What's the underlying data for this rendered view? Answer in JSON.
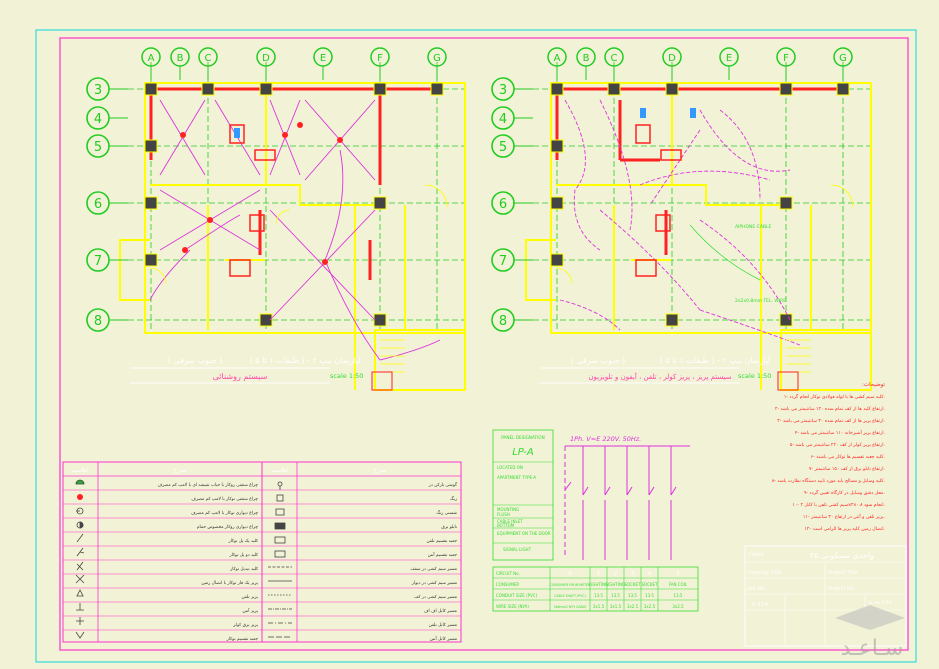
{
  "plan_left": {
    "columns": [
      "A",
      "B",
      "C",
      "D",
      "E",
      "F",
      "G"
    ],
    "rows": [
      "3",
      "4",
      "5",
      "6",
      "7",
      "8"
    ],
    "title": "آپارتمان تیپ ۲ - ( طبقات ۱ تا ۵ )",
    "subtitle_tag": "( جنوب شرقی )",
    "subtitle": "سیستم روشنائی",
    "scale": "scale 1:50"
  },
  "plan_right": {
    "columns": [
      "A",
      "B",
      "C",
      "D",
      "E",
      "F",
      "G"
    ],
    "rows": [
      "3",
      "4",
      "5",
      "6",
      "7",
      "8"
    ],
    "title": "آپارتمان تیپ ۲ - ( طبقات ۱ تا ۵ )",
    "subtitle_tag": "( جنوب شرقی )",
    "subtitle": "سیستم پریز ، پریز کولر ، تلفن ، آیفون و تلویزیون",
    "scale": "scale 1:50",
    "labels": [
      "2x2x0.8mm TEL. WIRE",
      "AIPHONE CABLE"
    ]
  },
  "legend_left": {
    "headers": [
      "علامت",
      "شرح"
    ],
    "rows": [
      "چراغ سقفی روکار با حباب شیشه ای با لامپ کم مصرف",
      "چراغ سقفی توکار با لامپ کم مصرف",
      "چراغ دیواری توکار با لامپ کم مصرف",
      "چراغ دیواری روکار مخصوص حمام",
      "کلید یک پل توکار",
      "کلید دو پل توکار",
      "کلید تبدیل توکار",
      "پریز یک فاز توکار با اتصال زمین",
      "پریز تلفن",
      "پریز آنتن",
      "پریز برق کولر",
      "جعبه تقسیم توکار"
    ]
  },
  "legend_right": {
    "headers": [
      "علامت",
      "شرح"
    ],
    "rows": [
      "گوشی بازکن در",
      "زنگ",
      "شستی زنگ",
      "تابلو برق",
      "جعبه تقسیم تلفن",
      "جعبه تقسیم آنتن",
      "مسیر سیم کشی در سقف",
      "مسیر سیم کشی در دیوار",
      "مسیر سیم کشی در کف",
      "مسیر کابل اف اف",
      "مسیر کابل تلفن",
      "مسیر کابل آنتن"
    ]
  },
  "panel_box": {
    "designation_label": "PANEL DESIGNATION",
    "designation": "LP-A",
    "located_label": "LOCATED ON",
    "located": "APARTMENT TYPE-A",
    "mounting_label": "MOUNTING",
    "mounting": "FLUSH",
    "cable_label": "CABLE INLET",
    "cable": "BOTTOM",
    "equipment_label": "EQUIPMENT ON THE DOOR",
    "equipment": "SIGNAL LIGHT"
  },
  "single_line": {
    "header": "1Ph. V=E 220V. 50Hz.",
    "table": {
      "row_labels": [
        "CIRCUIT No.",
        "CONSUMER",
        "CONDUIT SIZE (PVC)",
        "WIRE SIZE (NYA)"
      ],
      "circuits": [
        "0",
        "1",
        "2",
        "3",
        "4",
        "5"
      ],
      "consumers": [
        "CONSUMER FROM METER",
        "LIGHTING",
        "LIGHTING",
        "SOCKET",
        "SOCKET",
        "FAN COIL"
      ],
      "conduits": [
        "CABLE SHAFT (PVC)",
        "13.5",
        "13.5",
        "13.5",
        "13.5",
        "13.5"
      ],
      "wires": [
        "3x6mm2 NYY CABLE",
        "3x1.5",
        "3x1.5",
        "3x2.5",
        "3x2.5",
        "3x2.5"
      ]
    }
  },
  "notes": {
    "heading": ":توضیحات",
    "lines": [
      "۱- کلیه سیم کشی ها با لوله فولادی توکار انجام گردد.",
      "۲- ارتفاع کلید ها از کف تمام شده ۱۲۰ سانتیمتر می باشد.",
      "۳- ارتفاع پریز ها از کف تمام شده ۳۰ سانتیمتر می باشد.",
      "۴- ارتفاع پریز آشپزخانه ۱۱۰ سانتیمتر می باشد.",
      "۵- ارتفاع پریز کولر از کف ۲۲۰ سانتیمتر می باشد.",
      "۶- کلیه جعبه تقسیم ها توکار می باشند.",
      "۷- ارتفاع تابلو برق از کف ۱۵۰ سانتیمتر.",
      "۸- کلیه وسایل و مصالح باید مورد تایید دستگاه نظارت باشد.",
      "۹- محل دقیق وسایل در کارگاه تعیین گردد.",
      "۱۰- سیم کشی تلفن با کابل ۲x۲x۰.۸ انجام شود.",
      "۱۱- پریز تلفن و آنتن در ارتفاع ۳۰ سانتیمتر.",
      "۱۲- اتصال زمین کلیه پریز ها الزامی است."
    ]
  },
  "title_block": {
    "client_label": "Client",
    "project_title": "۲۵ واحدی مسکونی",
    "drawing_title_label": "Drawing Title",
    "project_title_label": "Project Title",
    "project_no_label": "Project No.",
    "job_no_label": "Job No.",
    "scale_label": "Scale 1:50",
    "sheet_no": "E-124"
  },
  "watermark": {
    "text": "سـاعـد"
  },
  "colors": {
    "background": "#f2f2d6",
    "frame_pink": "#ff33cc",
    "frame_cyan": "#33dddd",
    "wall_yellow": "#ffff00",
    "wall_red": "#ff2222",
    "grid_green": "#22cc22",
    "wiring_magenta": "#dd33dd"
  }
}
